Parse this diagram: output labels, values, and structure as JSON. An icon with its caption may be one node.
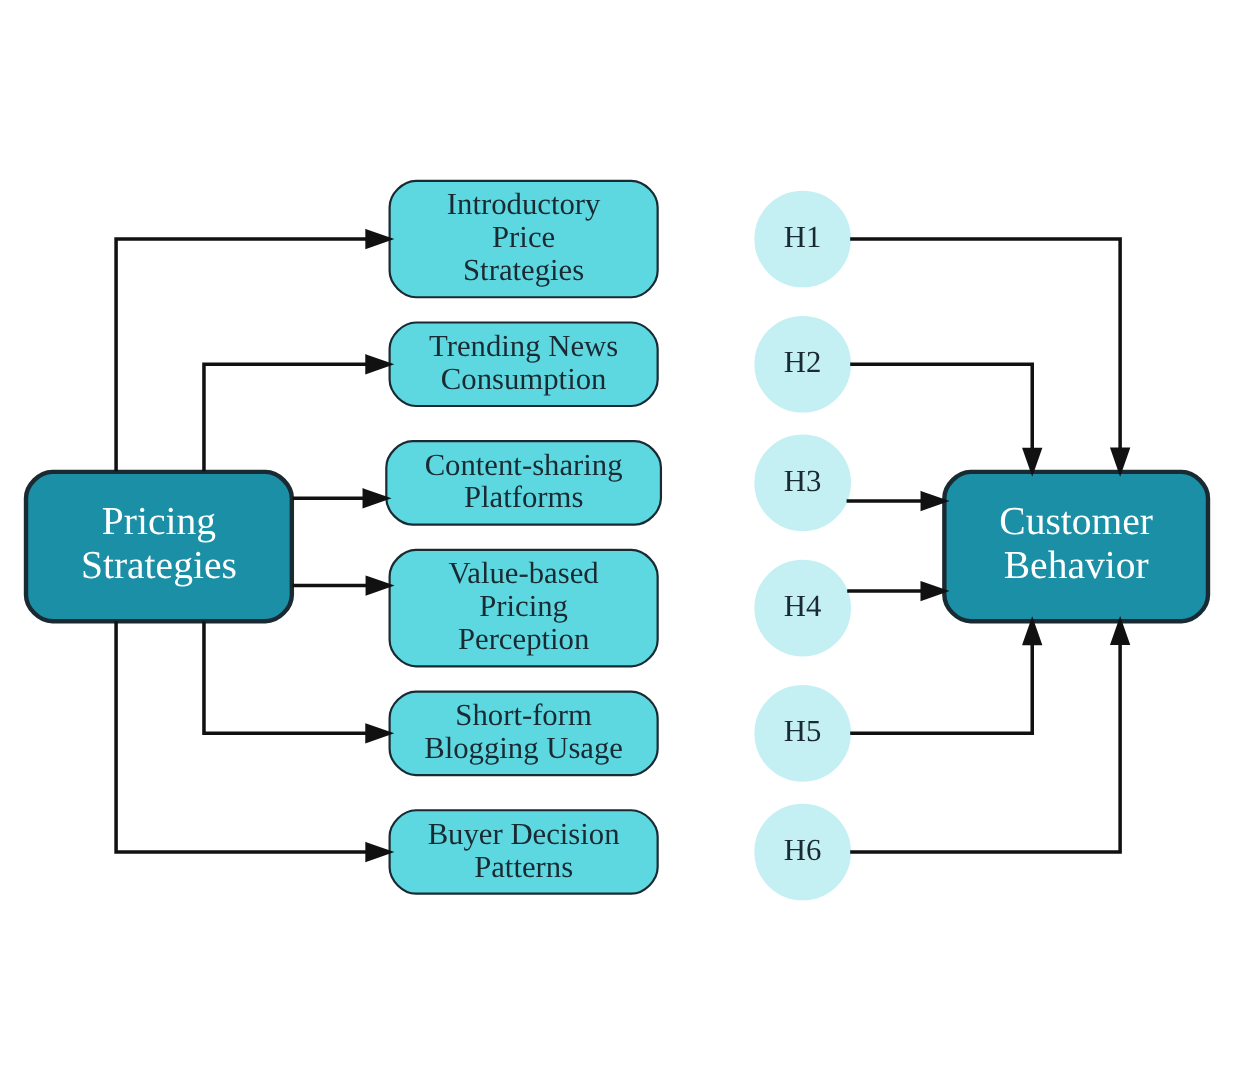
{
  "diagram": {
    "nodes": [
      {
        "text": [
          "Pricing Strategies"
        ]
      },
      {
        "text": [
          "Introductory Price Strategies"
        ]
      },
      {
        "text": [
          "H1"
        ]
      },
      {
        "text": [
          "Trending News Consumption"
        ]
      },
      {
        "text": [
          "H2"
        ]
      },
      {
        "text": [
          "Content-sharing Platforms"
        ]
      },
      {
        "text": [
          "H3"
        ]
      },
      {
        "text": [
          "Value-based Pricing Perception"
        ]
      },
      {
        "text": [
          "H4"
        ]
      },
      {
        "text": [
          "Short-form Blogging Usage"
        ]
      },
      {
        "text": [
          "H5"
        ]
      },
      {
        "text": [
          "Buyer Decision Patterns"
        ]
      },
      {
        "text": [
          "H6"
        ]
      },
      {
        "text": [
          "Customer Behavior"
        ]
      }
    ],
    "edges": [
      {
        "from": 0,
        "to": 1,
        "arrow": "to"
      },
      {
        "from": 0,
        "to": 3,
        "arrow": "to"
      },
      {
        "from": 0,
        "to": 5,
        "arrow": "to"
      },
      {
        "from": 0,
        "to": 7,
        "arrow": "to"
      },
      {
        "from": 0,
        "to": 9,
        "arrow": "to"
      },
      {
        "from": 0,
        "to": 11,
        "arrow": "to"
      },
      {
        "from": 2,
        "to": 13,
        "arrow": "to"
      },
      {
        "from": 4,
        "to": 13,
        "arrow": "to"
      },
      {
        "from": 6,
        "to": 13,
        "arrow": "to"
      },
      {
        "from": 8,
        "to": 13,
        "arrow": "to"
      },
      {
        "from": 10,
        "to": 13,
        "arrow": "to"
      },
      {
        "from": 12,
        "to": 13,
        "arrow": "to"
      }
    ]
  }
}
